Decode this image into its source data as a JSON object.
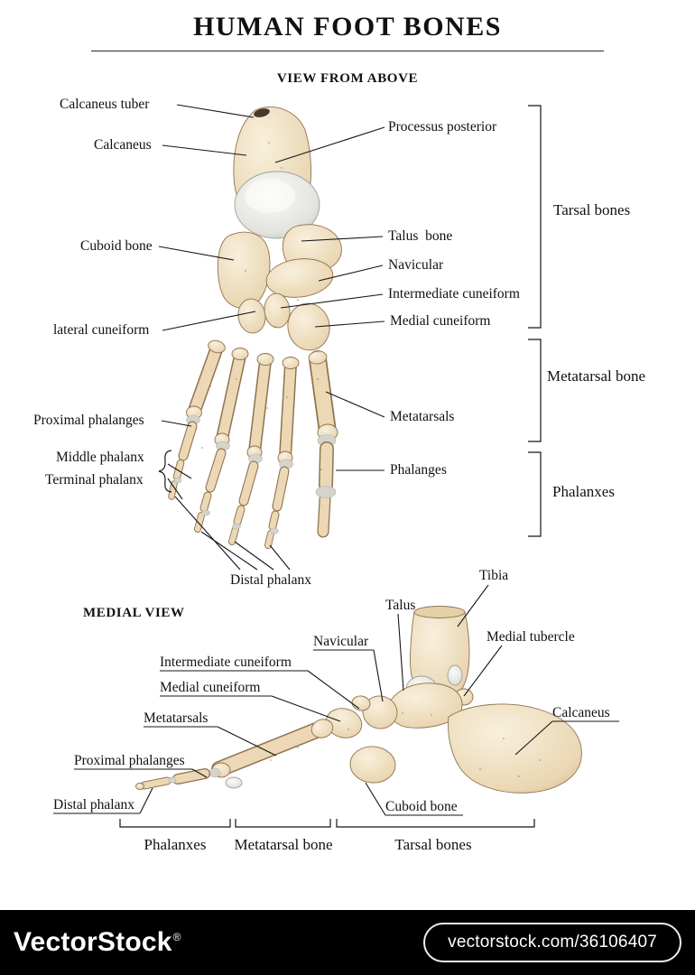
{
  "title": "HUMAN FOOT BONES",
  "top_view": {
    "heading": "VIEW FROM ABOVE",
    "labels": {
      "calcaneus_tuber": "Calcaneus tuber",
      "calcaneus": "Calcaneus",
      "cuboid_bone": "Cuboid bone",
      "lateral_cuneiform": "lateral cuneiform",
      "proximal_phalanges": "Proximal phalanges",
      "middle_phalanx": "Middle phalanx",
      "terminal_phalanx": "Terminal phalanx",
      "distal_phalanx": "Distal phalanx",
      "processus_posterior": "Processus posterior",
      "talus_bone": "Talus  bone",
      "navicular": "Navicular",
      "intermediate_cuneiform": "Intermediate cuneiform",
      "medial_cuneiform": "Medial cuneiform",
      "metatarsals": "Metatarsals",
      "phalanges": "Phalanges"
    },
    "groups": {
      "tarsal_bones": "Tarsal bones",
      "metatarsal_bone": "Metatarsal bone",
      "phalanxes": "Phalanxes"
    }
  },
  "medial_view": {
    "heading": "MEDIAL VIEW",
    "labels": {
      "tibia": "Tibia",
      "talus": "Talus",
      "navicular": "Navicular",
      "medial_tubercle": "Medial tubercle",
      "intermediate_cuneiform": "Intermediate cuneiform",
      "medial_cuneiform": "Medial cuneiform",
      "metatarsals": "Metatarsals",
      "calcaneus": "Calcaneus",
      "proximal_phalanges": "Proximal phalanges",
      "distal_phalanx": "Distal phalanx",
      "cuboid_bone": "Cuboid bone"
    },
    "groups": {
      "phalanxes": "Phalanxes",
      "metatarsal_bone": "Metatarsal bone",
      "tarsal_bones": "Tarsal bones"
    }
  },
  "watermark": {
    "brand": "VectorStock",
    "registered": "®",
    "ref": "vectorstock.com/36106407"
  },
  "colors": {
    "bone_light": "#f8f0df",
    "bone_mid": "#ecd9b8",
    "bone_dark": "#d0ae7e",
    "bone_outline": "#8f7350",
    "cartilage": "#e3e3df",
    "leader_line": "#161616",
    "watermark_bg": "#000000",
    "text": "#111111"
  }
}
